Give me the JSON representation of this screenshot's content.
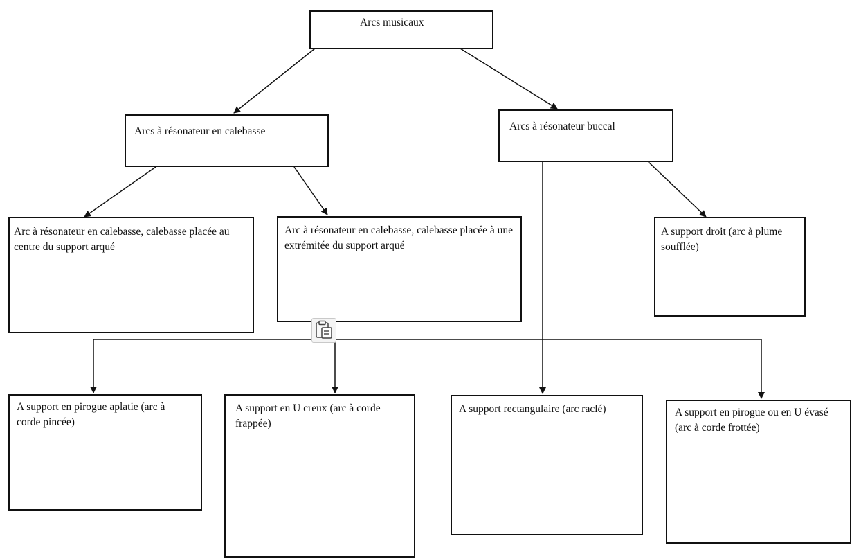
{
  "diagram": {
    "root": {
      "label": "Arcs musicaux"
    },
    "categories": [
      {
        "label": "Arcs à résonateur  en calebasse"
      },
      {
        "label": "Arcs à résonateur  buccal"
      }
    ],
    "calebasse_types": [
      {
        "label": "Arc à résonateur  en calebasse, calebasse placée au centre du support arqué"
      },
      {
        "label": "Arc à résonateur  en calebasse, calebasse placée à une extrémitée du support arqué"
      }
    ],
    "buccal_straight": {
      "label": "A support droit (arc à plume soufflée)"
    },
    "supports": [
      {
        "label": "A support en pirogue aplatie (arc à corde pincée)"
      },
      {
        "label": "A support en U creux  (arc à corde frappée)"
      },
      {
        "label": "A support rectangulaire  (arc raclé)"
      },
      {
        "label": "A support en pirogue ou en U évasé (arc à corde frottée)"
      }
    ]
  },
  "icons": {
    "paste": "clipboard-paste-icon"
  }
}
